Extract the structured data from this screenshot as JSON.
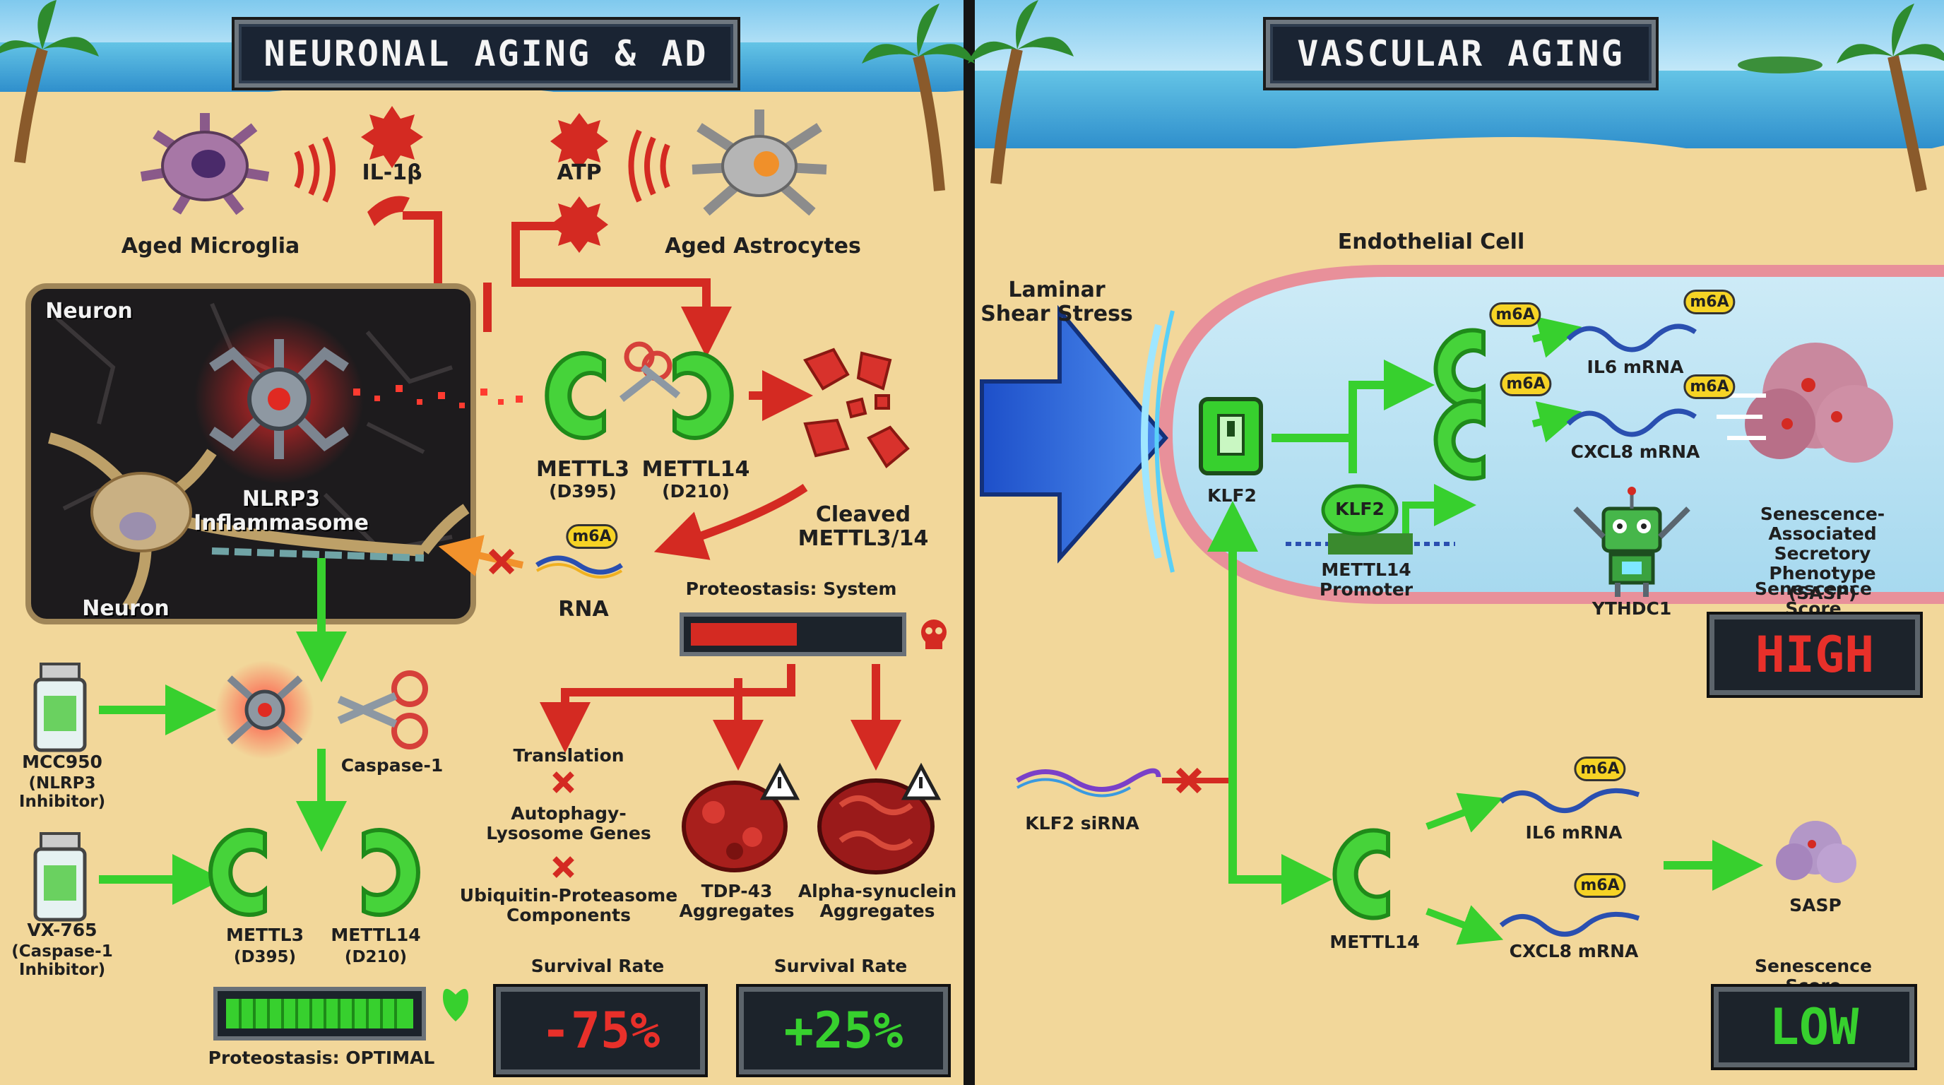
{
  "left": {
    "title": "NEURONAL AGING & AD",
    "aged_microglia": "Aged Microglia",
    "il1b": "IL-1β",
    "atp": "ATP",
    "aged_astrocytes": "Aged Astrocytes",
    "neuron_top": "Neuron",
    "neuron_bottom": "Neuron",
    "nlrp3": "NLRP3\nInflammasome",
    "mettl3_top": "METTL3",
    "mettl3_top_site": "(D395)",
    "mettl14_top": "METTL14",
    "mettl14_top_site": "(D210)",
    "cleaved": "Cleaved\nMETTL3/14",
    "m6a": "m6A",
    "rna": "RNA",
    "proteostasis_system": "Proteostasis: System",
    "proteostasis_system_level": 0.5,
    "translation": "Translation",
    "autophagy": "Autophagy-\nLysosome Genes",
    "ups": "Ubiquitin-Proteasome\nComponents",
    "tdp43": "TDP-43\nAggregates",
    "synuclein": "Alpha-synuclein\nAggregates",
    "mcc950": "MCC950",
    "mcc950_desc": "(NLRP3\nInhibitor)",
    "caspase": "Caspase-1",
    "vx765": "VX-765",
    "vx765_desc": "(Caspase-1\nInhibitor)",
    "mettl3_bottom": "METTL3",
    "mettl3_bottom_site": "(D395)",
    "mettl14_bottom": "METTL14",
    "mettl14_bottom_site": "(D210)",
    "proteostasis_optimal": "Proteostasis: OPTIMAL",
    "proteostasis_optimal_level": 1.0,
    "survival_label_1": "Survival Rate",
    "survival_value_1": "-75%",
    "survival_label_2": "Survival Rate",
    "survival_value_2": "+25%"
  },
  "right": {
    "title": "VASCULAR AGING",
    "endothelial": "Endothelial Cell",
    "shear": "Laminar\nShear Stress",
    "klf2": "KLF2",
    "m6a": "m6A",
    "il6": "IL6 mRNA",
    "cxcl8": "CXCL8 mRNA",
    "mettl14_promoter": "METTL14\nPromoter",
    "ythdc1": "YTHDC1",
    "sasp_full": "Senescence-Associated\nSecretory Phenotype\n(SASP)",
    "score_label_top": "Senescence Score",
    "score_top": "HIGH",
    "sirna": "KLF2 siRNA",
    "mettl14": "METTL14",
    "sasp": "SASP",
    "score_label_bottom": "Senescence Score",
    "score_bottom": "LOW"
  },
  "colors": {
    "sand": "#f2d79a",
    "inhibit_red": "#d42a22",
    "activate_green": "#37d02e",
    "panel_dark": "#1c232b"
  }
}
